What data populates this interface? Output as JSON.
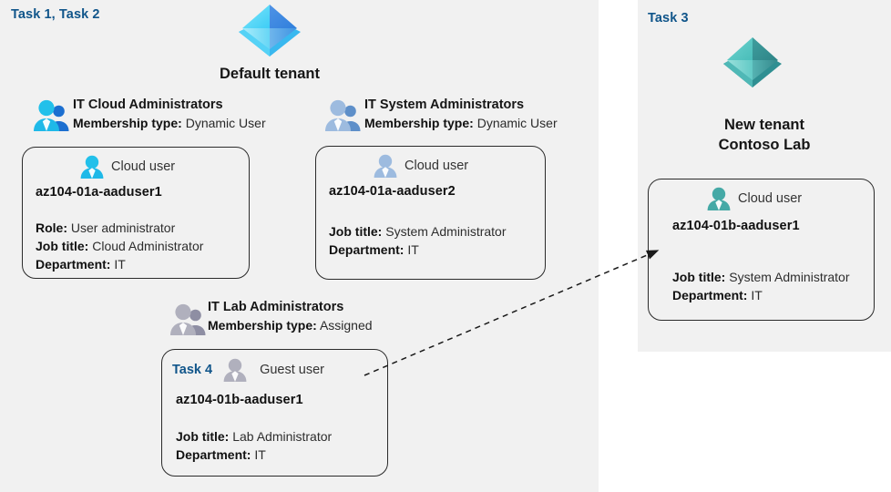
{
  "colors": {
    "panel_bg": "#f1f1f1",
    "page_bg": "#ffffff",
    "task_label": "#10558a",
    "card_border": "#2b2b2b",
    "tenant_default_light": "#5ad7f7",
    "tenant_default_dark": "#3f8fe0",
    "tenant_new_light": "#5cc8c3",
    "tenant_new_dark": "#2f8f92",
    "person_bright": "#1fb9e8",
    "person_muted": "#8fb3d9",
    "person_gray": "#a6a6b5",
    "person_teal": "#3fa9a6"
  },
  "left_panel": {
    "task_label": "Task 1, Task 2",
    "tenant": {
      "icon": "azure-ad-tenant-icon",
      "name": "Default tenant"
    },
    "groups": [
      {
        "icon": "group-people-icon",
        "name": "IT Cloud Administrators",
        "meta_label": "Membership type:",
        "meta_value": "Dynamic User",
        "card": {
          "user_icon": "cloud-user-icon",
          "user_type": "Cloud user",
          "user_name": "az104-01a-aaduser1",
          "attributes": [
            {
              "label": "Role:",
              "value": "User administrator"
            },
            {
              "label": "Job title:",
              "value": "Cloud Administrator"
            },
            {
              "label": "Department:",
              "value": "IT"
            }
          ]
        }
      },
      {
        "icon": "group-people-icon",
        "name": "IT System Administrators",
        "meta_label": "Membership type:",
        "meta_value": "Dynamic User",
        "card": {
          "user_icon": "cloud-user-icon",
          "user_type": "Cloud user",
          "user_name": "az104-01a-aaduser2",
          "attributes": [
            {
              "label": "Job title:",
              "value": "System Administrator"
            },
            {
              "label": "Department:",
              "value": "IT"
            }
          ]
        }
      },
      {
        "icon": "group-people-icon",
        "name": "IT Lab Administrators",
        "meta_label": "Membership type:",
        "meta_value": "Assigned",
        "card": {
          "task_inline": "Task 4",
          "user_icon": "guest-user-icon",
          "user_type": "Guest user",
          "user_name": "az104-01b-aaduser1",
          "attributes": [
            {
              "label": "Job title:",
              "value": "Lab Administrator"
            },
            {
              "label": "Department:",
              "value": "IT"
            }
          ]
        }
      }
    ]
  },
  "right_panel": {
    "task_label": "Task 3",
    "tenant": {
      "icon": "azure-ad-tenant-icon",
      "name_line1": "New  tenant",
      "name_line2": "Contoso Lab"
    },
    "card": {
      "user_icon": "cloud-user-icon",
      "user_type": "Cloud user",
      "user_name": "az104-01b-aaduser1",
      "attributes": [
        {
          "label": "Job title:",
          "value": "System Administrator"
        },
        {
          "label": "Department:",
          "value": "IT"
        }
      ]
    }
  },
  "connector": {
    "name": "guest-to-new-tenant-arrow",
    "style": "dashed-arrow"
  }
}
